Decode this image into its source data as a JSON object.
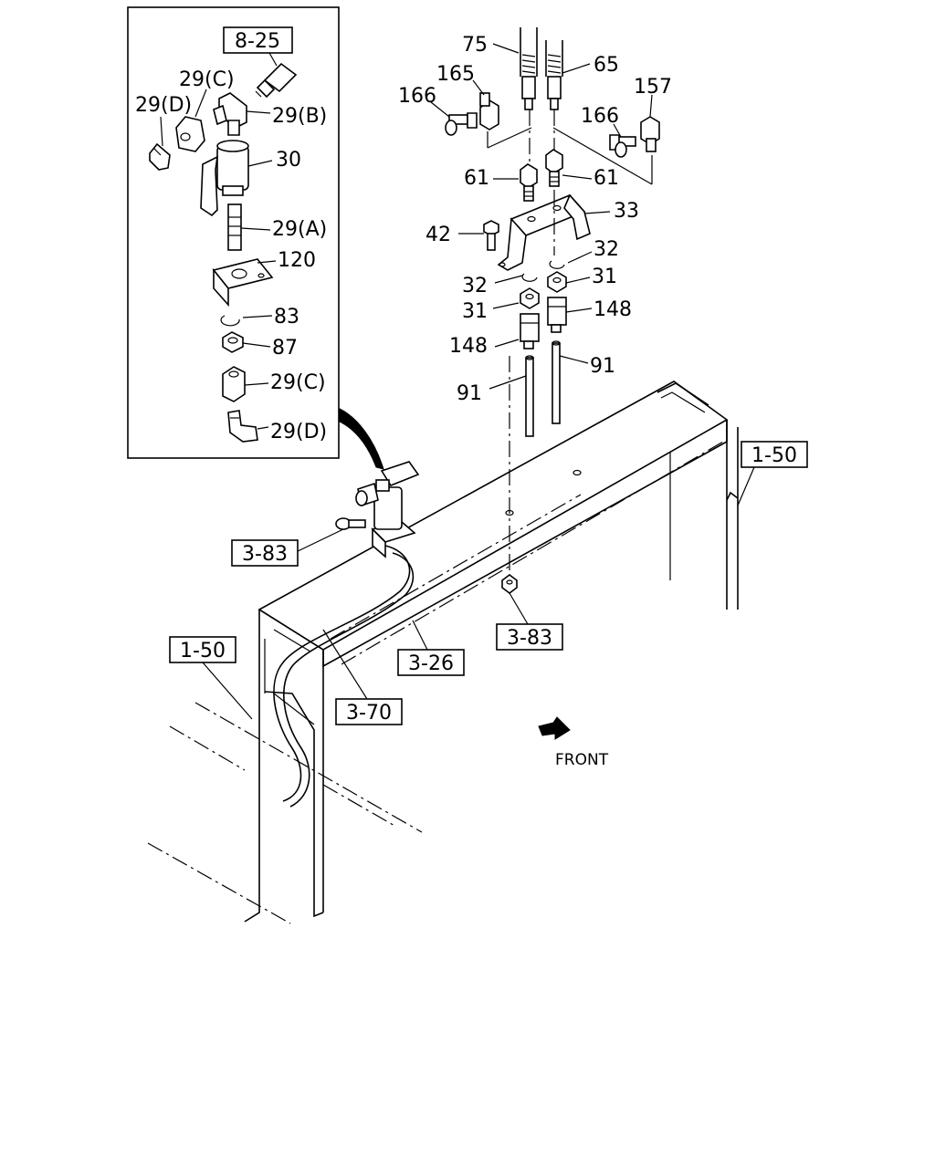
{
  "diagram": {
    "inset_labels": {
      "ref_8_25": "8-25",
      "p29c_top": "29(C)",
      "p29d_top": "29(D)",
      "p29b": "29(B)",
      "p30": "30",
      "p29a": "29(A)",
      "p120": "120",
      "p83": "83",
      "p87": "87",
      "p29c_bottom": "29(C)",
      "p29d_bottom": "29(D)"
    },
    "part_labels": {
      "p75": "75",
      "p65": "65",
      "p165": "165",
      "p166_left": "166",
      "p157": "157",
      "p166_right": "166",
      "p61_left": "61",
      "p61_right": "61",
      "p33": "33",
      "p42": "42",
      "p32_right": "32",
      "p32_left": "32",
      "p31_right": "31",
      "p31_left": "31",
      "p148_right": "148",
      "p148_left": "148",
      "p91_right": "91",
      "p91_left": "91"
    },
    "ref_labels": {
      "r1_50_right": "1-50",
      "r3_83_left": "3-83",
      "r3_83_center": "3-83",
      "r3_26": "3-26",
      "r1_50_left": "1-50",
      "r3_70": "3-70"
    },
    "front_label": "FRONT"
  }
}
